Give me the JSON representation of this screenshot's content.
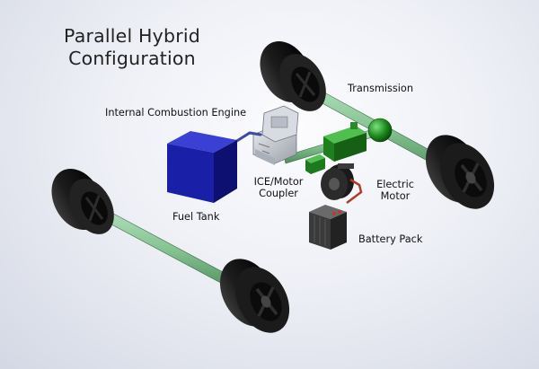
{
  "title": {
    "line1": "Parallel Hybrid",
    "line2": "Configuration"
  },
  "labels": {
    "transmission": "Transmission",
    "engine": "Internal Combustion Engine",
    "coupler_line1": "ICE/Motor",
    "coupler_line2": "Coupler",
    "motor_line1": "Electric",
    "motor_line2": "Motor",
    "fuel_tank": "Fuel Tank",
    "battery": "Battery Pack"
  },
  "colors": {
    "fuel_tank": "#1a1fa8",
    "transmission": "#2f9a2f",
    "axle": "#8fc79a",
    "tire": "#161616",
    "battery_cable": "#b23a2a",
    "fuel_line": "#3d4aa0"
  }
}
